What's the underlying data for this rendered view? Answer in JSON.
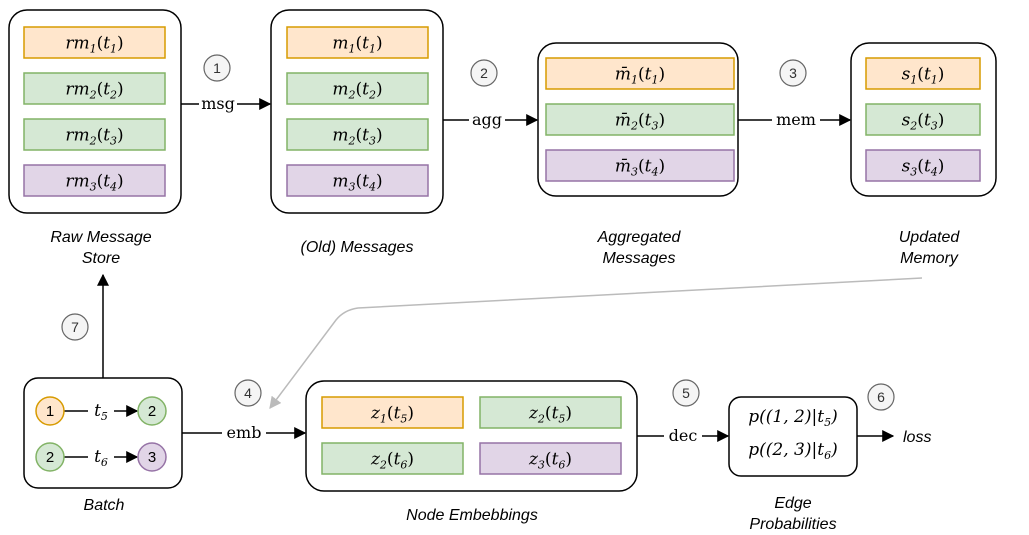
{
  "colors": {
    "orange_fill": "#ffe6cc",
    "orange_stroke": "#d79b00",
    "green_fill": "#d5e8d4",
    "green_stroke": "#82b366",
    "purple_fill": "#e1d5e7",
    "purple_stroke": "#9673a6",
    "step_fill": "#f5f5f5",
    "step_stroke": "#666666",
    "gray_arrow": "#bbbbbb"
  },
  "steps": [
    "1",
    "2",
    "3",
    "4",
    "5",
    "6",
    "7"
  ],
  "raw_store": {
    "caption_line1": "Raw Message",
    "caption_line2": "Store",
    "items": [
      {
        "base": "rm",
        "sub": "1",
        "arg": "t",
        "argsub": "1",
        "color": "orange"
      },
      {
        "base": "rm",
        "sub": "2",
        "arg": "t",
        "argsub": "2",
        "color": "green"
      },
      {
        "base": "rm",
        "sub": "2",
        "arg": "t",
        "argsub": "3",
        "color": "green"
      },
      {
        "base": "rm",
        "sub": "3",
        "arg": "t",
        "argsub": "4",
        "color": "purple"
      }
    ]
  },
  "messages": {
    "caption": "(Old) Messages",
    "items": [
      {
        "base": "m",
        "sub": "1",
        "arg": "t",
        "argsub": "1",
        "color": "orange"
      },
      {
        "base": "m",
        "sub": "2",
        "arg": "t",
        "argsub": "2",
        "color": "green"
      },
      {
        "base": "m",
        "sub": "2",
        "arg": "t",
        "argsub": "3",
        "color": "green"
      },
      {
        "base": "m",
        "sub": "3",
        "arg": "t",
        "argsub": "4",
        "color": "purple"
      }
    ]
  },
  "aggregated": {
    "caption_line1": "Aggregated",
    "caption_line2": "Messages",
    "items": [
      {
        "base": "m̄",
        "sub": "1",
        "arg": "t",
        "argsub": "1",
        "color": "orange"
      },
      {
        "base": "m̄",
        "sub": "2",
        "arg": "t",
        "argsub": "3",
        "color": "green"
      },
      {
        "base": "m̄",
        "sub": "3",
        "arg": "t",
        "argsub": "4",
        "color": "purple"
      }
    ]
  },
  "memory": {
    "caption_line1": "Updated",
    "caption_line2": "Memory",
    "items": [
      {
        "base": "s",
        "sub": "1",
        "arg": "t",
        "argsub": "1",
        "color": "orange"
      },
      {
        "base": "s",
        "sub": "2",
        "arg": "t",
        "argsub": "3",
        "color": "green"
      },
      {
        "base": "s",
        "sub": "3",
        "arg": "t",
        "argsub": "4",
        "color": "purple"
      }
    ]
  },
  "batch": {
    "caption": "Batch",
    "edges": [
      {
        "src": "1",
        "src_color": "orange",
        "dst": "2",
        "dst_color": "green",
        "label": "t",
        "labelsub": "5"
      },
      {
        "src": "2",
        "src_color": "green",
        "dst": "3",
        "dst_color": "purple",
        "label": "t",
        "labelsub": "6"
      }
    ]
  },
  "embeddings": {
    "caption": "Node Embebbings",
    "items": [
      {
        "base": "z",
        "sub": "1",
        "arg": "t",
        "argsub": "5",
        "color": "orange"
      },
      {
        "base": "z",
        "sub": "2",
        "arg": "t",
        "argsub": "5",
        "color": "green"
      },
      {
        "base": "z",
        "sub": "2",
        "arg": "t",
        "argsub": "6",
        "color": "green"
      },
      {
        "base": "z",
        "sub": "3",
        "arg": "t",
        "argsub": "6",
        "color": "purple"
      }
    ]
  },
  "edge_probs": {
    "caption_line1": "Edge",
    "caption_line2": "Probabilities",
    "items": [
      {
        "prefix": "p((1, 2)|",
        "arg": "t",
        "argsub": "5",
        "suffix": ")"
      },
      {
        "prefix": "p((2, 3)|",
        "arg": "t",
        "argsub": "6",
        "suffix": ")"
      }
    ]
  },
  "ops": {
    "msg": "msg",
    "agg": "agg",
    "mem": "mem",
    "emb": "emb",
    "dec": "dec"
  },
  "loss_label": "loss"
}
